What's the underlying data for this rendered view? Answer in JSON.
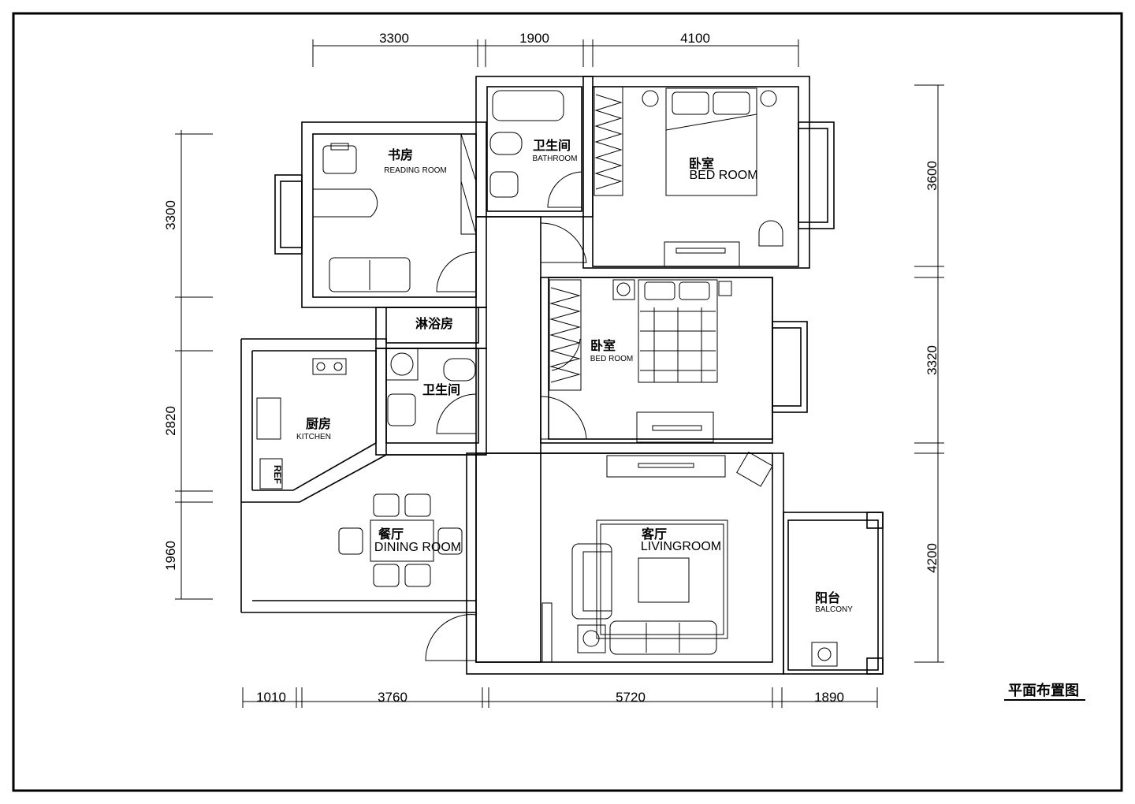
{
  "title": "平面布置图",
  "dimensions": {
    "top": [
      "3300",
      "1900",
      "4100"
    ],
    "right": [
      "3600",
      "3320",
      "4200"
    ],
    "left": [
      "3300",
      "2820",
      "1960"
    ],
    "bottom": [
      "1010",
      "3760",
      "5720",
      "1890"
    ]
  },
  "rooms": {
    "reading": {
      "cn": "书房",
      "en": "READING ROOM"
    },
    "bath1": {
      "cn": "卫生间",
      "en": "BATHROOM"
    },
    "master": {
      "cn": "卧室",
      "en": "BED ROOM"
    },
    "shower": {
      "cn": "淋浴房"
    },
    "bath2": {
      "cn": "卫生间"
    },
    "bed2": {
      "cn": "卧室",
      "en": "BED ROOM"
    },
    "kitchen": {
      "cn": "厨房",
      "en": "KITCHEN",
      "ref": "REF"
    },
    "dining": {
      "cn": "餐厅",
      "en": "DINING ROOM"
    },
    "living": {
      "cn": "客厅",
      "en": "LIVINGROOM"
    },
    "balcony": {
      "cn": "阳台",
      "en": "BALCONY"
    }
  }
}
